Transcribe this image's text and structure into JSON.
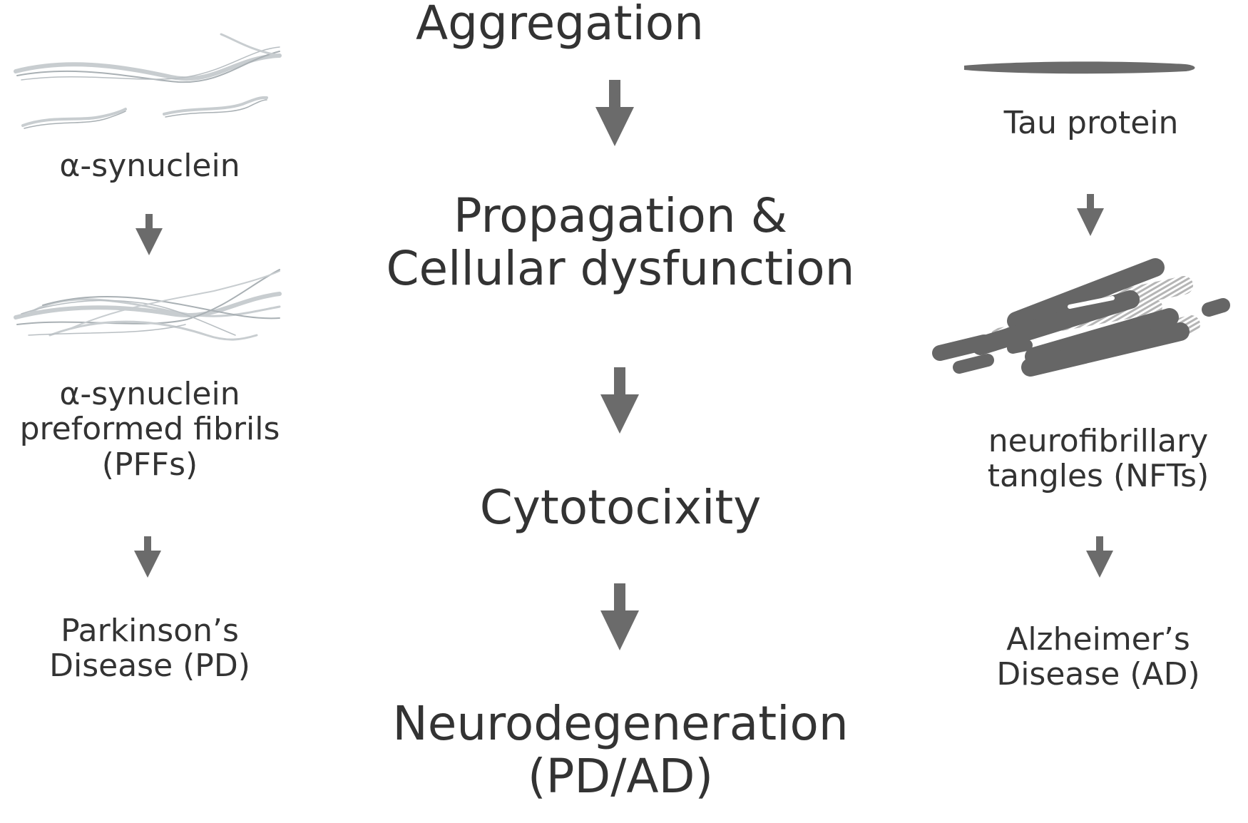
{
  "center": {
    "step1": "Aggregation",
    "step2_line1": "Propagation &",
    "step2_line2": "Cellular dysfunction",
    "step3": "Cytotocixity",
    "step4_line1": "Neurodegeneration",
    "step4_line2": "(PD/AD)"
  },
  "left": {
    "protein": "α-synuclein",
    "fibrils_line1": "α-synuclein",
    "fibrils_line2": "preformed fibrils",
    "fibrils_line3": "(PFFs)",
    "disease_line1": "Parkinson’s",
    "disease_line2": "Disease (PD)"
  },
  "right": {
    "protein": "Tau protein",
    "tangles_line1": "neurofibrillary",
    "tangles_line2": "tangles (NFTs)",
    "disease_line1": "Alzheimer’s",
    "disease_line2": "Disease (AD)"
  },
  "colors": {
    "text": "#333333",
    "arrow": "#6b6b6b",
    "fibril_light": "#c8cdd0",
    "tau_dark": "#666666",
    "tau_light": "#b5b5b5"
  }
}
